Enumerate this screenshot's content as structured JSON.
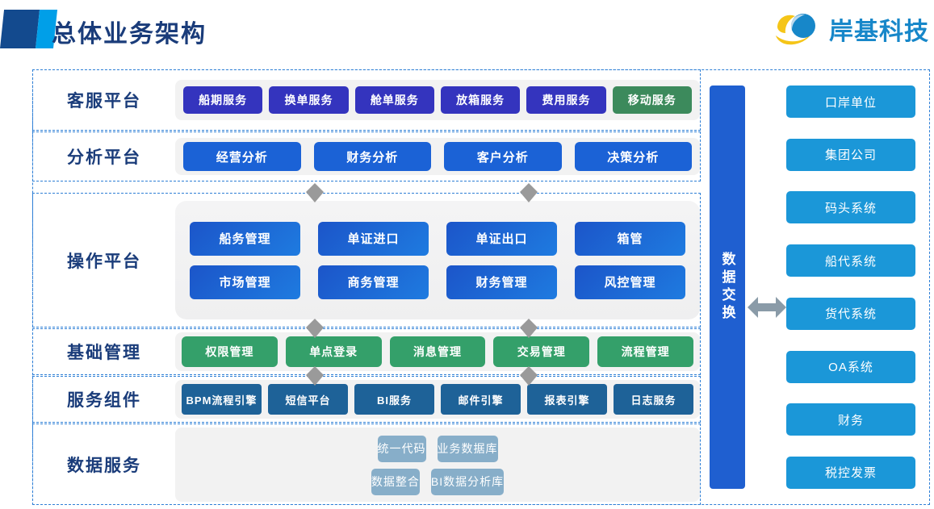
{
  "header": {
    "title": "总体业务架构",
    "logo_text": "岸基科技",
    "accent_dark": "#134A8E",
    "accent_light": "#009FE8"
  },
  "bands": [
    {
      "label": "客服平台",
      "accent": "#3434BE",
      "items": [
        {
          "label": "船期服务",
          "color": "#3434BE"
        },
        {
          "label": "换单服务",
          "color": "#3434BE"
        },
        {
          "label": "舱单服务",
          "color": "#3434BE"
        },
        {
          "label": "放箱服务",
          "color": "#3434BE"
        },
        {
          "label": "费用服务",
          "color": "#3434BE"
        },
        {
          "label": "移动服务",
          "color": "#3C8A5C"
        }
      ]
    },
    {
      "label": "分析平台",
      "accent": "#1B62D6",
      "items": [
        {
          "label": "经营分析",
          "color": "#1B62D6"
        },
        {
          "label": "财务分析",
          "color": "#1B62D6"
        },
        {
          "label": "客户分析",
          "color": "#1B62D6"
        },
        {
          "label": "决策分析",
          "color": "#1B62D6"
        }
      ]
    },
    {
      "label": "操作平台",
      "accent": "#1C55C9",
      "row1": [
        {
          "label": "船务管理"
        },
        {
          "label": "单证进口"
        },
        {
          "label": "单证出口"
        },
        {
          "label": "箱管"
        }
      ],
      "row2": [
        {
          "label": "市场管理"
        },
        {
          "label": "商务管理"
        },
        {
          "label": "财务管理"
        },
        {
          "label": "风控管理"
        }
      ]
    },
    {
      "label": "基础管理",
      "accent": "#34A06A",
      "items": [
        {
          "label": "权限管理"
        },
        {
          "label": "单点登录"
        },
        {
          "label": "消息管理"
        },
        {
          "label": "交易管理"
        },
        {
          "label": "流程管理"
        }
      ]
    },
    {
      "label": "服务组件",
      "accent": "#1E6298",
      "items": [
        {
          "label": "BPM流程引擎"
        },
        {
          "label": "短信平台"
        },
        {
          "label": "BI服务"
        },
        {
          "label": "邮件引擎"
        },
        {
          "label": "报表引擎"
        },
        {
          "label": "日志服务"
        }
      ]
    },
    {
      "label": "数据服务",
      "accent": "#87AEC9",
      "row1": [
        {
          "label": "统一代码"
        },
        {
          "label": "业务数据库"
        }
      ],
      "row2": [
        {
          "label": "数据整合"
        },
        {
          "label": "BI数据分析库"
        }
      ]
    }
  ],
  "exchange": {
    "label": "数据交换",
    "color": "#1F5FD0",
    "arrow_color": "#8A9BA8"
  },
  "external_systems": [
    {
      "label": "口岸单位"
    },
    {
      "label": "集团公司"
    },
    {
      "label": "码头系统"
    },
    {
      "label": "船代系统"
    },
    {
      "label": "货代系统"
    },
    {
      "label": "OA系统"
    },
    {
      "label": "财务"
    },
    {
      "label": "税控发票"
    }
  ],
  "connector": {
    "color": "#9A9A9A",
    "name": "down-diamond-arrow"
  }
}
